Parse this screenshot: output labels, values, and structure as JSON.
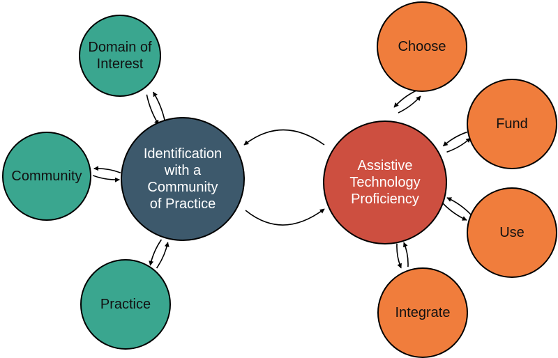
{
  "colors": {
    "teal": "#3aa68f",
    "navy": "#3d596c",
    "red": "#cd4f40",
    "orange": "#f07d3c",
    "dark_text": "#111111",
    "light_text": "#ffffff"
  },
  "nodes": {
    "domain": {
      "lines": [
        "Domain of",
        "Interest"
      ]
    },
    "community": {
      "lines": [
        "Community"
      ]
    },
    "practice": {
      "lines": [
        "Practice"
      ]
    },
    "identification": {
      "lines": [
        "Identification",
        "with a",
        "Community",
        "of Practice"
      ]
    },
    "assistive": {
      "lines": [
        "Assistive",
        "Technology",
        "Proficiency"
      ]
    },
    "choose": {
      "lines": [
        "Choose"
      ]
    },
    "fund": {
      "lines": [
        "Fund"
      ]
    },
    "use": {
      "lines": [
        "Use"
      ]
    },
    "integrate": {
      "lines": [
        "Integrate"
      ]
    }
  }
}
